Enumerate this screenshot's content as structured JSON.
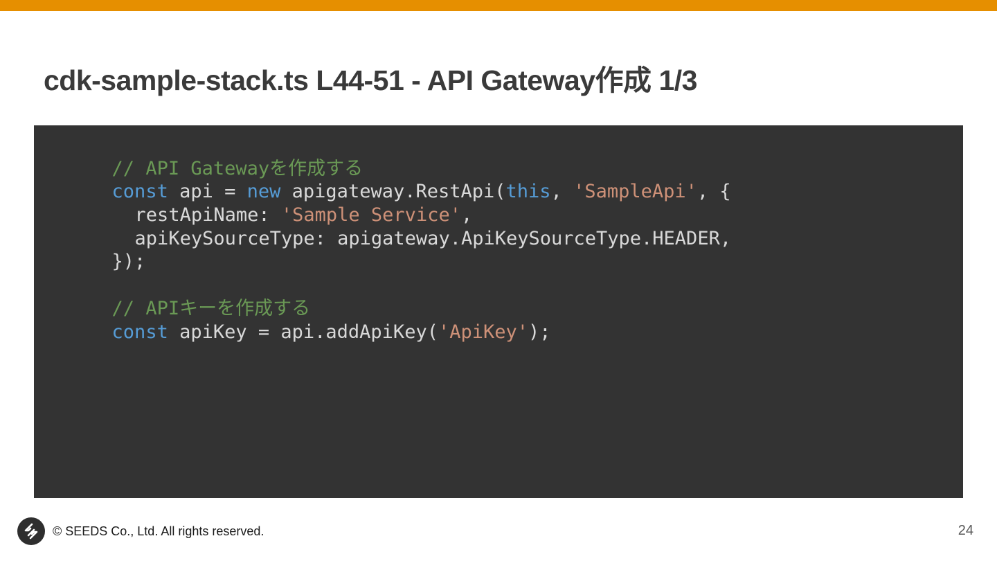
{
  "colors": {
    "accent_bar": "#e68f00",
    "code_background": "#333333",
    "code_text": "#d9d9d9",
    "code_comment": "#6a9955",
    "code_keyword": "#569cd6",
    "code_string": "#ce9178"
  },
  "slide": {
    "title": "cdk-sample-stack.ts L44-51 - API Gateway作成 1/3"
  },
  "code": {
    "line1": {
      "comment": "// API Gatewayを作成する"
    },
    "line2": {
      "kw_const": "const",
      "t1": " api = ",
      "kw_new": "new",
      "t2": " apigateway.RestApi(",
      "kw_this": "this",
      "t3": ", ",
      "str": "'SampleApi'",
      "t4": ", {"
    },
    "line3": {
      "t1": "restApiName: ",
      "str": "'Sample Service'",
      "t2": ","
    },
    "line4": {
      "t1": "apiKeySourceType: apigateway.ApiKeySourceType.HEADER,"
    },
    "line5": {
      "t1": "});"
    },
    "line7": {
      "comment": "// APIキーを作成する"
    },
    "line8": {
      "kw_const": "const",
      "t1": " apiKey = api.addApiKey(",
      "str": "'ApiKey'",
      "t2": ");"
    }
  },
  "footer": {
    "logo_icon": "seeds-logo-icon",
    "copyright": "© SEEDS Co., Ltd. All rights reserved.",
    "page_number": "24"
  }
}
